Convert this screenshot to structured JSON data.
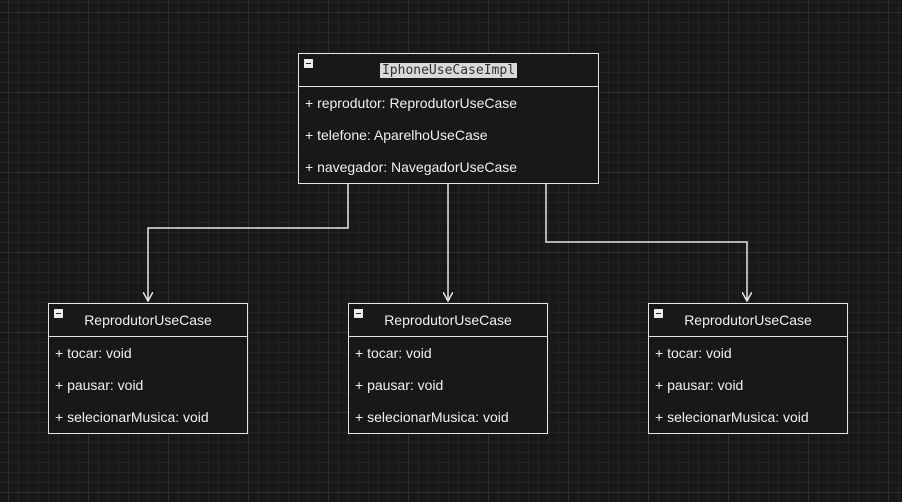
{
  "main_class": {
    "name": "IphoneUseCaseImpl",
    "attributes": [
      "+ reprodutor: ReprodutorUseCase",
      "+ telefone: AparelhoUseCase",
      "+ navegador: NavegadorUseCase"
    ]
  },
  "child_classes": [
    {
      "name": "ReprodutorUseCase",
      "attributes": [
        "+ tocar: void",
        "+ pausar: void",
        "+ selecionarMusica: void"
      ]
    },
    {
      "name": "ReprodutorUseCase",
      "attributes": [
        "+ tocar: void",
        "+ pausar: void",
        "+ selecionarMusica: void"
      ]
    },
    {
      "name": "ReprodutorUseCase",
      "attributes": [
        "+ tocar: void",
        "+ pausar: void",
        "+ selecionarMusica: void"
      ]
    }
  ],
  "colors": {
    "background": "#181818",
    "lines": "#e6e6e6",
    "text": "#f0f0f0"
  }
}
